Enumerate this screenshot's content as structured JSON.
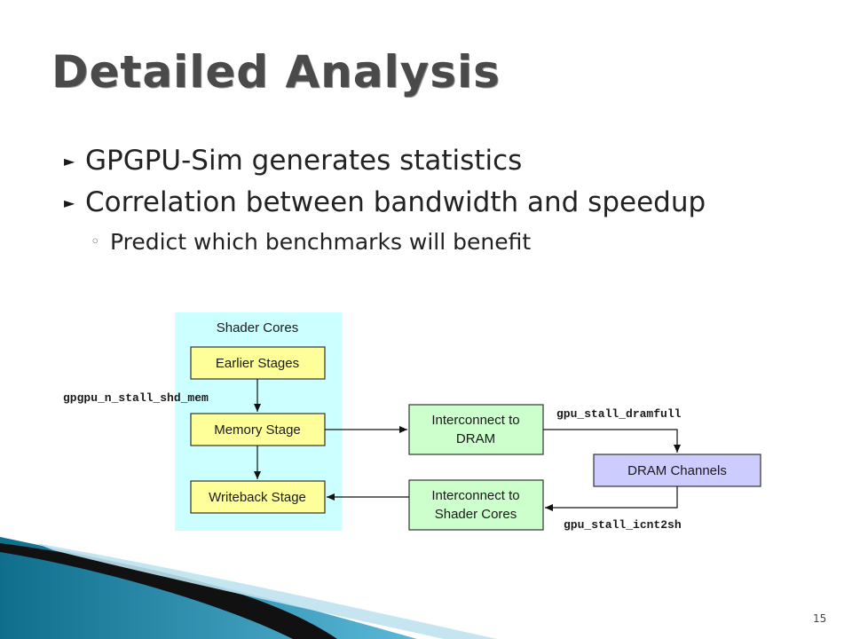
{
  "slide": {
    "title": "Detailed Analysis",
    "page_number": "15"
  },
  "bullets": [
    {
      "level": 1,
      "text": "GPGPU-Sim generates statistics"
    },
    {
      "level": 1,
      "text": "Correlation between bandwidth and speedup"
    },
    {
      "level": 2,
      "text": "Predict which benchmarks will benefit"
    }
  ],
  "diagram": {
    "group_label": "Shader Cores",
    "nodes": {
      "earlier": "Earlier Stages",
      "memory": "Memory Stage",
      "writeback": "Writeback Stage",
      "ic_dram_line1": "Interconnect to",
      "ic_dram_line2": "DRAM",
      "ic_shader_line1": "Interconnect to",
      "ic_shader_line2": "Shader Cores",
      "dram_channels": "DRAM Channels"
    },
    "stats": {
      "shd_mem": "gpgpu_n_stall_shd_mem",
      "dramfull": "gpu_stall_dramfull",
      "icnt2sh": "gpu_stall_icnt2sh"
    },
    "colors": {
      "group_fill": "#ccffff",
      "stage_fill": "#ffff99",
      "interconnect_fill": "#ccffcc",
      "dram_fill": "#ccccff"
    }
  }
}
